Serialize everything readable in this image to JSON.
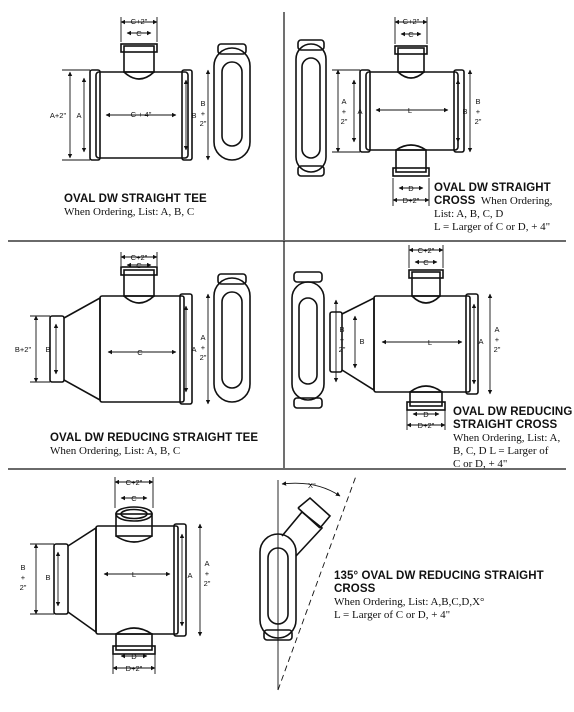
{
  "panels": [
    {
      "id": "straight-tee",
      "title": "OVAL DW STRAIGHT TEE",
      "lines": [
        "When Ordering, List: A, B, C"
      ],
      "dims": {
        "top_outer": "C+2\"",
        "top_inner": "C",
        "left_outer": "A+2\"",
        "left_inner": "A",
        "center": "C + 4\"",
        "right_inner": "B",
        "right_outer_1": "B",
        "right_outer_2": "+",
        "right_outer_3": "2\""
      }
    },
    {
      "id": "straight-cross",
      "title": "OVAL DW STRAIGHT",
      "title2": "CROSS",
      "title_suffix": "When Ordering,",
      "lines": [
        "List: A, B, C, D",
        "L = Larger of C or D, + 4\""
      ],
      "dims": {
        "top_outer": "C+2\"",
        "top_inner": "C",
        "left_outer_1": "A",
        "left_outer_2": "+",
        "left_outer_3": "2\"",
        "left_inner": "A",
        "center": "L",
        "right_inner": "B",
        "right_outer_1": "B",
        "right_outer_2": "+",
        "right_outer_3": "2\"",
        "bot_inner": "D",
        "bot_outer": "D+2\""
      }
    },
    {
      "id": "reducing-tee",
      "title": "OVAL DW REDUCING STRAIGHT TEE",
      "lines": [
        "When Ordering, List: A, B, C"
      ],
      "dims": {
        "top_outer": "C+2\"",
        "top_inner": "C",
        "left_outer": "B+2\"",
        "left_inner": "B",
        "center": "C",
        "right_inner": "A",
        "right_outer_1": "A",
        "right_outer_2": "+",
        "right_outer_3": "2\""
      }
    },
    {
      "id": "reducing-cross",
      "title": "OVAL DW REDUCING",
      "title2": "STRAIGHT CROSS",
      "lines": [
        "When Ordering, List: A,",
        "B, C, D    L = Larger of",
        "C or D, + 4\""
      ],
      "dims": {
        "top_outer": "C+2\"",
        "top_inner": "C",
        "left_outer_1": "B",
        "left_outer_2": "+",
        "left_outer_3": "2\"",
        "left_inner": "B",
        "center": "L",
        "right_inner": "A",
        "right_outer_1": "A",
        "right_outer_2": "+",
        "right_outer_3": "2\"",
        "bot_inner": "D",
        "bot_outer": "D+2\""
      }
    },
    {
      "id": "reducing-cross-135",
      "title": "135° OVAL DW REDUCING STRAIGHT CROSS",
      "lines": [
        "When Ordering, List: A,B,C,D,X°",
        "L = Larger of C or D, + 4\""
      ],
      "dims": {
        "top_outer": "C+2\"",
        "top_inner": "C",
        "left_outer_1": "B",
        "left_outer_2": "+",
        "left_outer_3": "2\"",
        "left_inner": "B",
        "center": "L",
        "right_inner": "A",
        "right_outer_1": "A",
        "right_outer_2": "+",
        "right_outer_3": "2\"",
        "bot_inner": "D",
        "bot_outer": "D+2\"",
        "angle": "X°"
      }
    }
  ]
}
